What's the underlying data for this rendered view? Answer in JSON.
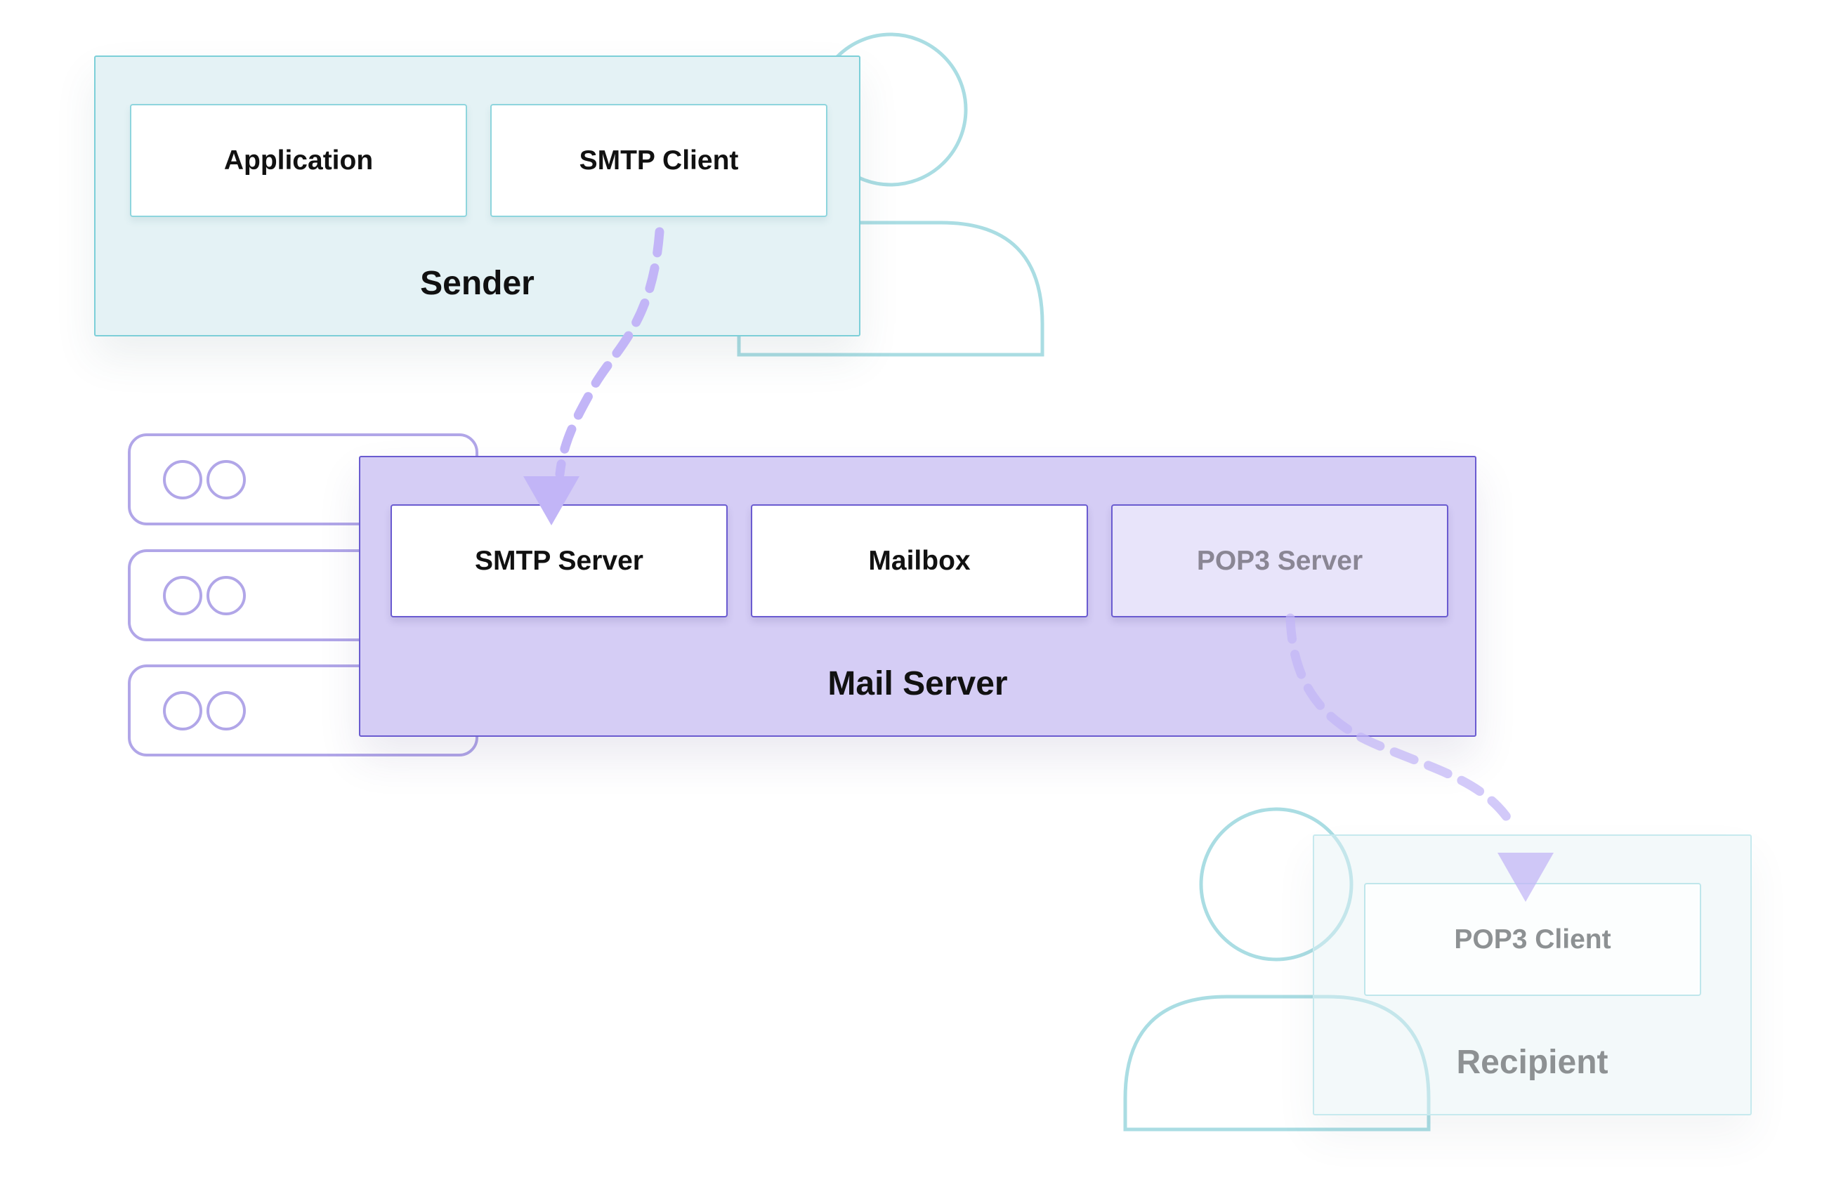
{
  "diagram": {
    "sender": {
      "label": "Sender",
      "components": {
        "application": "Application",
        "smtp_client": "SMTP Client"
      }
    },
    "mail_server": {
      "label": "Mail Server",
      "components": {
        "smtp_server": "SMTP Server",
        "mailbox": "Mailbox",
        "pop3_server": "POP3 Server"
      }
    },
    "recipient": {
      "label": "Recipient",
      "components": {
        "pop3_client": "POP3 Client"
      }
    },
    "icons": [
      "person-icon",
      "server-rack-icon",
      "person-icon"
    ],
    "colors": {
      "teal_accent": "#7ccfd8",
      "teal_fill": "#e4f2f5",
      "purple_accent": "#6a5bd0",
      "purple_fill": "#d5cdf5",
      "flow_arrow": "#c2b5f7",
      "server_outline": "#b1a6e8",
      "person_outline": "#aadde3"
    }
  }
}
